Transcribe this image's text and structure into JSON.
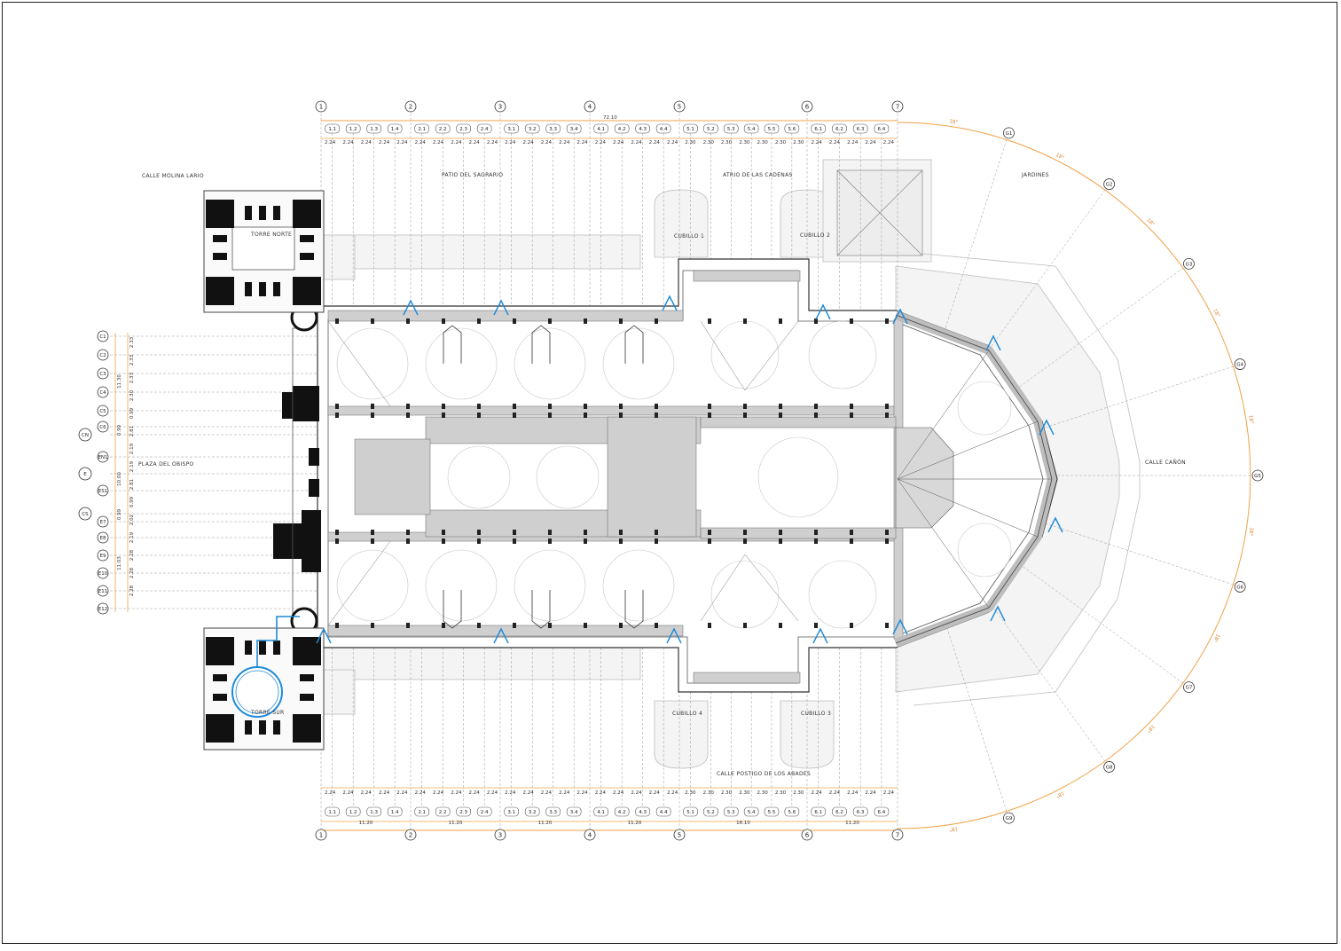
{
  "labels": {
    "calle_molina_lario": "CALLE MOLINA LARIO",
    "patio_sagrario": "PATIO DEL SAGRARIO",
    "atrio_cadenas": "ATRIO DE LAS CADENAS",
    "jardines": "JARDINES",
    "torre_norte": "TORRE NORTE",
    "torre_sur": "TORRE SUR",
    "cubillo_1": "CUBILLO 1",
    "cubillo_2": "CUBILLO 2",
    "cubillo_3": "CUBILLO 3",
    "cubillo_4": "CUBILLO 4",
    "plaza_obispo": "PLAZA DEL OBISPO",
    "calle_canon": "CALLE CAÑÓN",
    "calle_postigo": "CALLE POSTIGO DE LOS ABADES"
  },
  "main_grid": [
    "1",
    "2",
    "3",
    "4",
    "5",
    "6",
    "7"
  ],
  "sub_grid": [
    "1.1",
    "1.2",
    "1.3",
    "1.4",
    "2.1",
    "2.2",
    "2.3",
    "2.4",
    "3.1",
    "3.2",
    "3.3",
    "3.4",
    "4.1",
    "4.2",
    "4.3",
    "4.4",
    "5.1",
    "5.2",
    "5.3",
    "5.4",
    "5.5",
    "5.6",
    "6.1",
    "6.2",
    "6.3",
    "6.4"
  ],
  "total_dim": "72.10",
  "spacing_dims": [
    "2.24",
    "2.24",
    "2.24",
    "2.24",
    "2.24",
    "2.24",
    "2.24",
    "2.24",
    "2.24",
    "2.24",
    "2.24",
    "2.24",
    "2.24",
    "2.24",
    "2.24",
    "2.24",
    "2.24",
    "2.24",
    "2.24",
    "2.24",
    "2.30",
    "2.30",
    "2.30",
    "2.30",
    "2.30",
    "2.30",
    "2.30",
    "2.24",
    "2.24",
    "2.24",
    "2.24",
    "2.24"
  ],
  "bay_dims": [
    "11.20",
    "11.20",
    "11.20",
    "11.20",
    "16.10",
    "11.20"
  ],
  "row_grid": [
    "C1",
    "C2",
    "C3",
    "C4",
    "C5",
    "C6",
    "CN",
    "EN1",
    "E",
    "ES1",
    "CS",
    "E7",
    "E8",
    "E9",
    "E10",
    "E11",
    "E12"
  ],
  "row_dims_a": [
    "2.33",
    "2.33",
    "2.33",
    "2.30",
    "0.99",
    "2.81",
    "2.19",
    "2.19",
    "2.81",
    "0.99",
    "2.02",
    "2.19",
    "2.28",
    "2.28",
    "2.28"
  ],
  "row_dims_b": [
    "11.30",
    "0.99",
    "10.00",
    "0.99",
    "11.03"
  ],
  "apse_grid": [
    "G1",
    "G2",
    "G3",
    "G4",
    "G5",
    "G6",
    "G7",
    "G8",
    "G9"
  ],
  "apse_angles": [
    "18°",
    "18°",
    "18°",
    "18°",
    "18°",
    "18°",
    "18°",
    "18°",
    "18°",
    "18°"
  ]
}
